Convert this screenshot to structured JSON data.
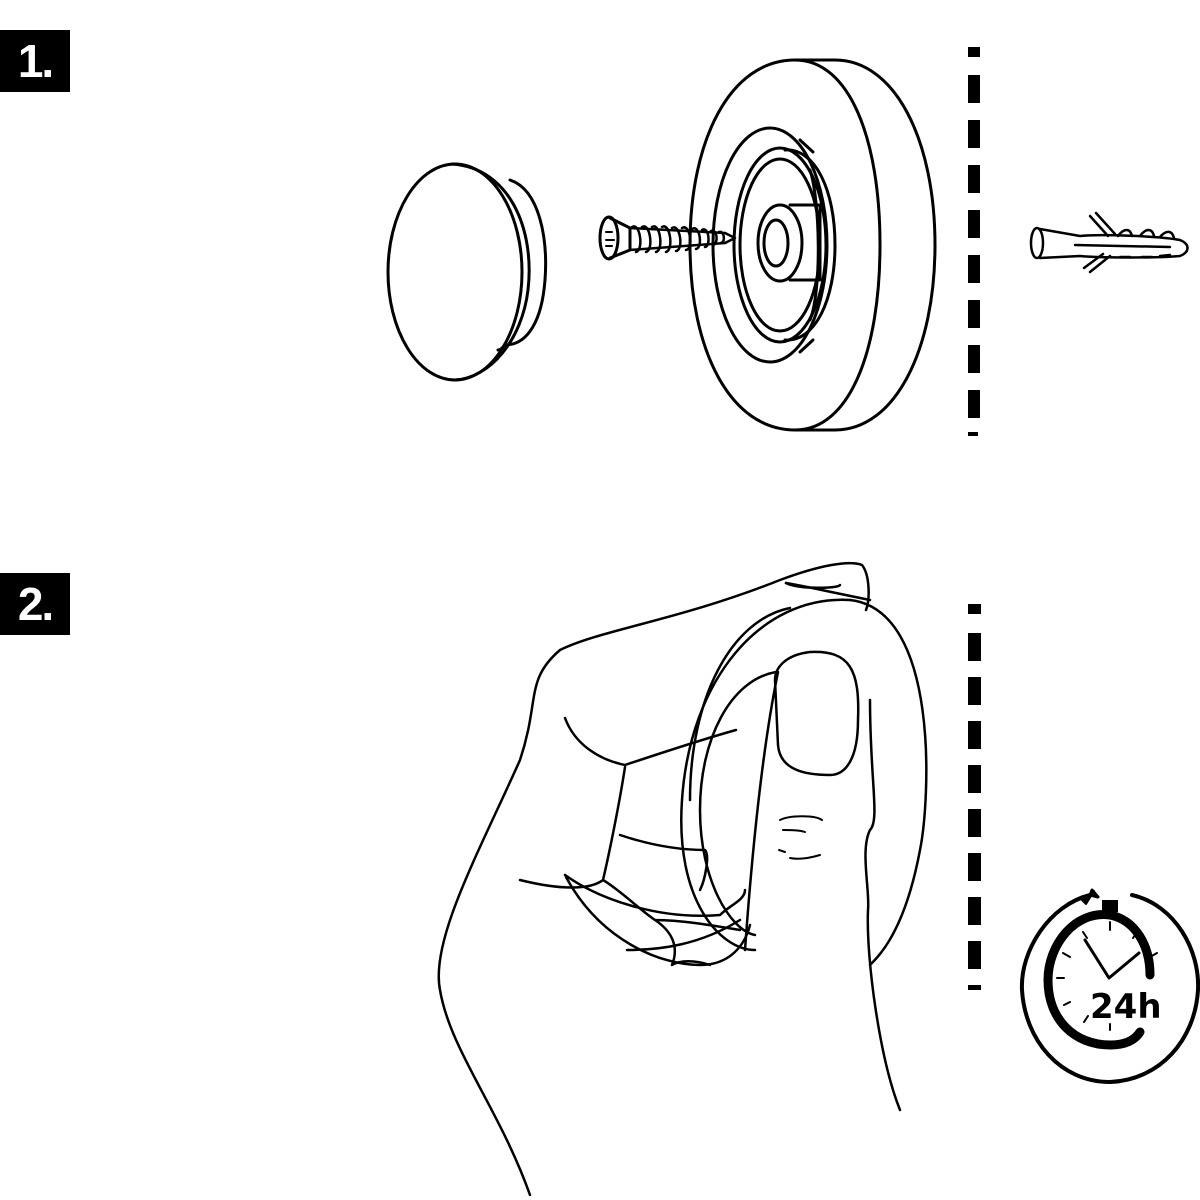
{
  "steps": [
    {
      "label": "1.",
      "description": "Exploded mounting assembly: cover cap, screw, adhesive round holder, wall line, wall plug"
    },
    {
      "label": "2.",
      "description": "Hand pressing the round holder against the wall"
    }
  ],
  "timer": {
    "text": "24h",
    "icon": "stopwatch-24h-icon"
  },
  "colors": {
    "ink": "#000000",
    "background": "#ffffff"
  }
}
